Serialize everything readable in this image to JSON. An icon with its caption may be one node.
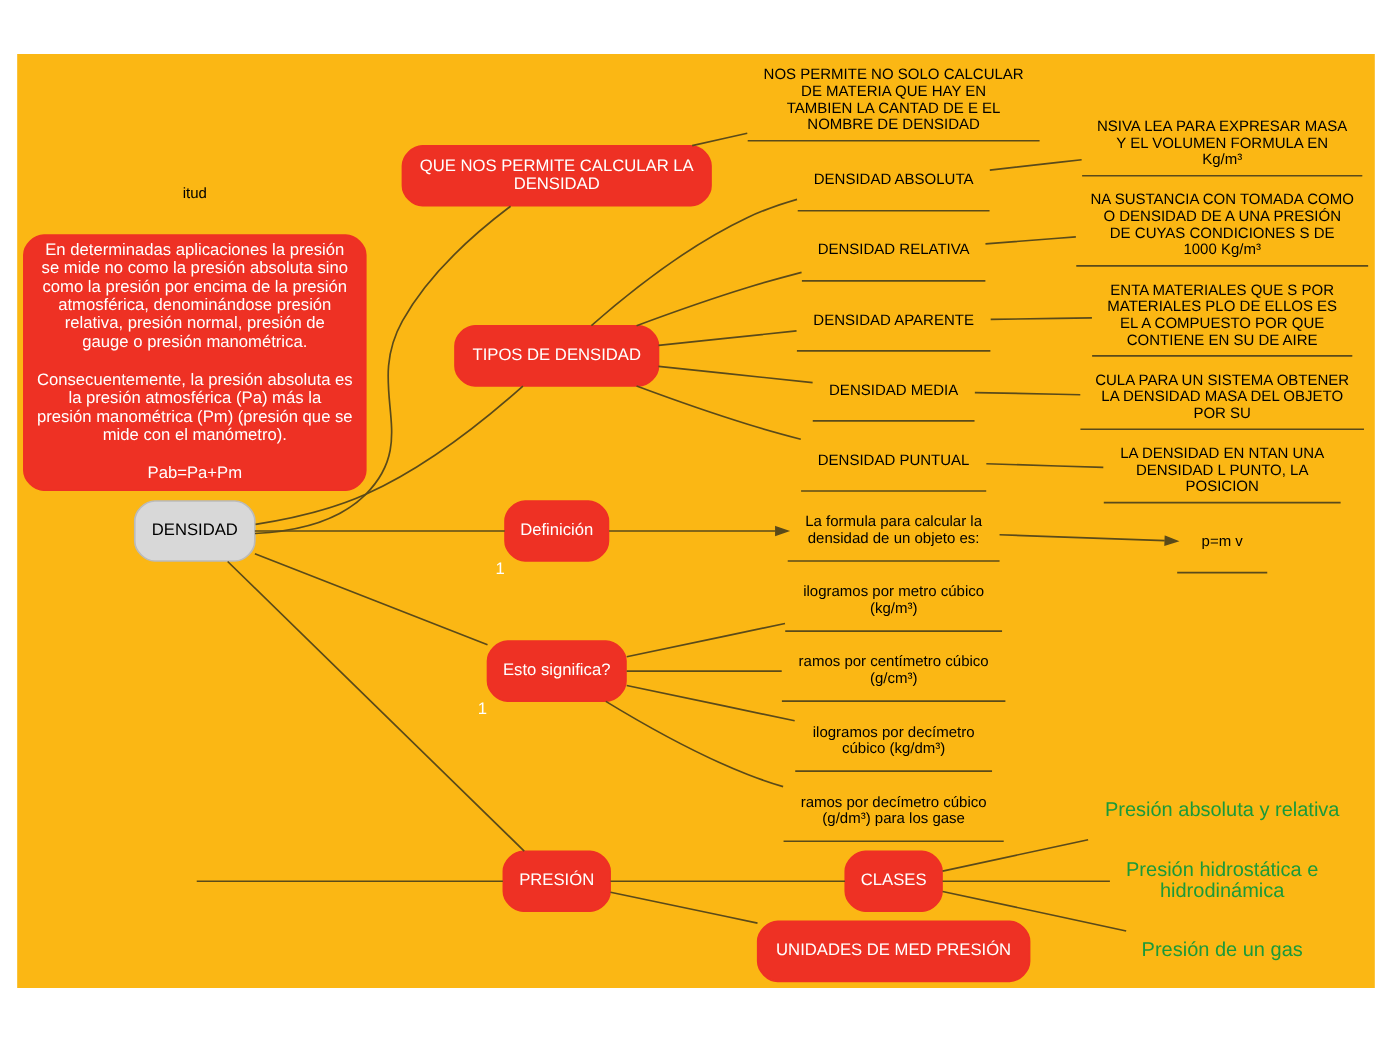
{
  "diagram": {
    "nodes": [
      {
        "text": [
          "DENSIDAD"
        ]
      },
      {
        "text": [
          "QUE NOS PERMITE CALCULAR LA DENSIDAD"
        ]
      },
      {
        "text": [
          "NOS PERMITE NO SOLO CALCULAR DE MATERIA QUE HAY EN TAMBIEN LA CANTAD DE E EL NOMBRE DE DENSIDAD"
        ]
      },
      {
        "text": [
          "TIPOS DE DENSIDAD"
        ]
      },
      {
        "text": [
          "DENSIDAD ABSOLUTA"
        ]
      },
      {
        "text": [
          "NSIVA LEA PARA EXPRESAR MASA Y EL VOLUMEN FORMULA EN Kg/m³"
        ]
      },
      {
        "text": [
          "DENSIDAD RELATIVA"
        ]
      },
      {
        "text": [
          "NA SUSTANCIA CON TOMADA COMO O DENSIDAD DE A UNA PRESIÓN DE CUYAS CONDICIONES S DE 1000 Kg/m³"
        ]
      },
      {
        "text": [
          "DENSIDAD APARENTE"
        ]
      },
      {
        "text": [
          "ENTA MATERIALES QUE S POR MATERIALES PLO DE ELLOS ES EL A COMPUESTO POR QUE CONTIENE EN SU DE AIRE"
        ]
      },
      {
        "text": [
          "DENSIDAD MEDIA"
        ]
      },
      {
        "text": [
          "CULA PARA UN SISTEMA OBTENER LA DENSIDAD MASA DEL OBJETO POR SU"
        ]
      },
      {
        "text": [
          "DENSIDAD PUNTUAL"
        ]
      },
      {
        "text": [
          "LA DENSIDAD EN NTAN UNA DENSIDAD L PUNTO, LA POSICION"
        ]
      },
      {
        "text": [
          "Definición"
        ],
        "beside": [
          "1"
        ]
      },
      {
        "text": [
          "La formula para calcular la densidad de un objeto es:"
        ]
      },
      {
        "text": [
          "p=m v"
        ]
      },
      {
        "text": [
          "Esto significa?"
        ],
        "beside": [
          "1"
        ]
      },
      {
        "text": [
          "En determinadas aplicaciones la presión se mide no como la presión absoluta sino como la presión por encima de la presión atmosférica, denominándose presión relativa, presión normal, presión de gauge o presión manométrica.",
          "Consecuentemente, la presión absoluta es la presión atmosférica (Pa) más la presión manométrica (Pm) (presión que se mide con el manómetro).",
          "Pab=Pa+Pm"
        ]
      },
      {
        "text": [
          "ilogramos por metro cúbico (kg/m³)"
        ]
      },
      {
        "text": [
          "ramos por centímetro cúbico (g/cm³)"
        ]
      },
      {
        "text": [
          "ilogramos por decímetro cúbico (kg/dm³)"
        ]
      },
      {
        "text": [
          "ramos por decímetro cúbico (g/dm³) para los gase"
        ]
      },
      {
        "text": [
          "PRESIÓN"
        ]
      },
      {
        "text": [
          "CLASES"
        ]
      },
      {
        "text": [
          "UNIDADES DE MED PRESIÓN"
        ]
      },
      {
        "text": [
          "Presión absoluta y relativa"
        ]
      },
      {
        "text": [
          "Presión hidrostática e hidrodinámica"
        ]
      },
      {
        "text": [
          "Presión de un gas"
        ]
      }
    ],
    "edges": [
      {
        "from": 0,
        "to": 1,
        "arrow": "none"
      },
      {
        "from": 1,
        "to": 2,
        "arrow": "none"
      },
      {
        "from": 0,
        "to": 3,
        "arrow": "none"
      },
      {
        "from": 3,
        "to": 4,
        "arrow": "none"
      },
      {
        "from": 4,
        "to": 5,
        "arrow": "none"
      },
      {
        "from": 3,
        "to": 6,
        "arrow": "none"
      },
      {
        "from": 6,
        "to": 7,
        "arrow": "none"
      },
      {
        "from": 3,
        "to": 8,
        "arrow": "none"
      },
      {
        "from": 8,
        "to": 9,
        "arrow": "none"
      },
      {
        "from": 3,
        "to": 10,
        "arrow": "none"
      },
      {
        "from": 10,
        "to": 11,
        "arrow": "none"
      },
      {
        "from": 3,
        "to": 12,
        "arrow": "none"
      },
      {
        "from": 12,
        "to": 13,
        "arrow": "none"
      },
      {
        "from": 0,
        "to": 14,
        "arrow": "none"
      },
      {
        "from": 14,
        "to": 15,
        "arrow": "to"
      },
      {
        "from": 15,
        "to": 16,
        "arrow": "to"
      },
      {
        "from": 0,
        "to": 17,
        "arrow": "none"
      },
      {
        "from": 17,
        "to": 19,
        "arrow": "none"
      },
      {
        "from": 17,
        "to": 20,
        "arrow": "none"
      },
      {
        "from": 17,
        "to": 21,
        "arrow": "none"
      },
      {
        "from": 17,
        "to": 22,
        "arrow": "none"
      },
      {
        "from": 0,
        "to": 23,
        "arrow": "none"
      },
      {
        "from": 23,
        "to": null,
        "arrow": "none"
      },
      {
        "from": 23,
        "to": 24,
        "arrow": "none"
      },
      {
        "from": 23,
        "to": 25,
        "arrow": "none"
      },
      {
        "from": 24,
        "to": 26,
        "arrow": "none"
      },
      {
        "from": 24,
        "to": 27,
        "arrow": "none"
      },
      {
        "from": 24,
        "to": 28,
        "arrow": "none"
      }
    ],
    "labels": [
      "itud"
    ]
  }
}
